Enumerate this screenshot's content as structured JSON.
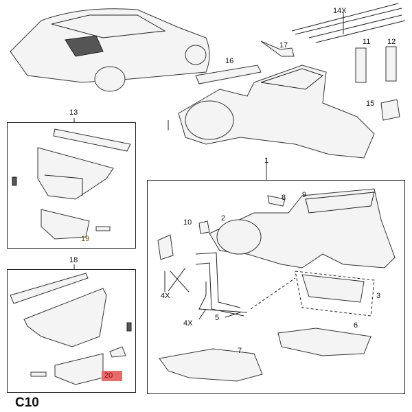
{
  "diagram_code": "C10",
  "callouts": {
    "c14x": "14X",
    "c11": "11",
    "c12": "12",
    "c17": "17",
    "c16": "16",
    "c15": "15",
    "c13": "13",
    "c1": "1",
    "c18": "18",
    "c19": "19",
    "c20": "20",
    "c8": "8",
    "c9": "9",
    "c10": "10",
    "c2": "2",
    "c3": "3",
    "c4x_a": "4X",
    "c4x_b": "4X",
    "c5": "5",
    "c6": "6",
    "c7": "7"
  },
  "colors": {
    "highlight_bg": "#e86a6a",
    "highlight_text": "#8a1010",
    "label19": "#6b5a10"
  }
}
